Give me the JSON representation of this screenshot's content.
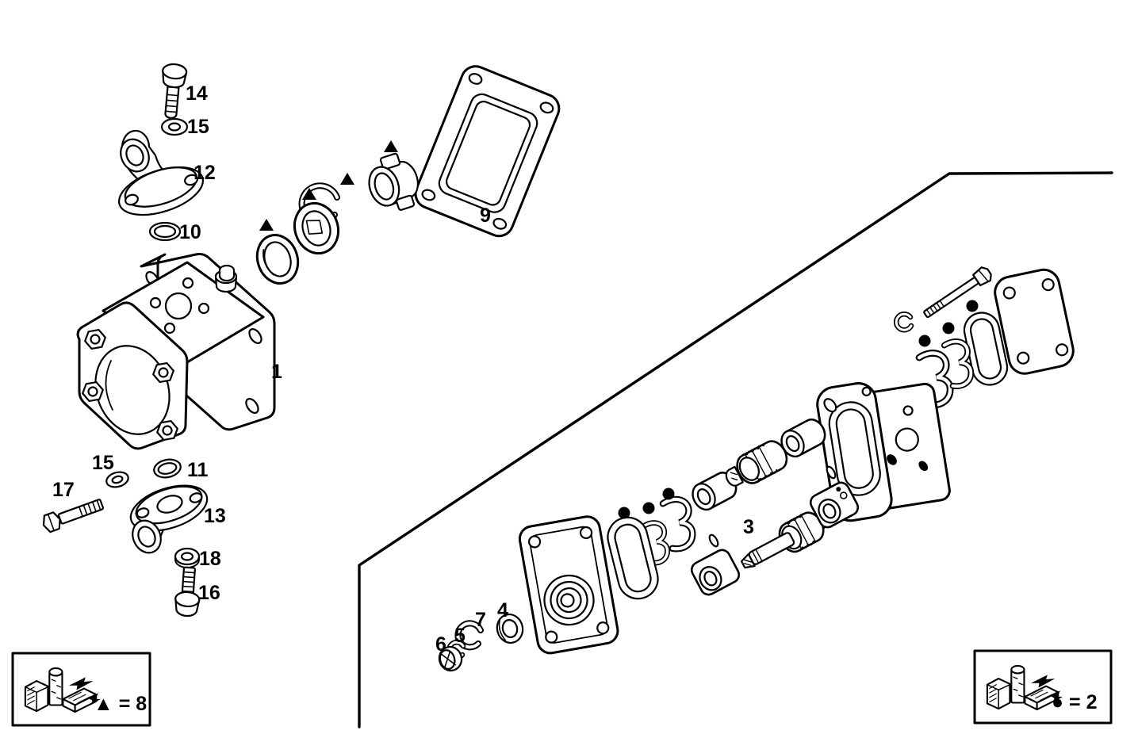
{
  "diagram": {
    "type": "exploded-parts-diagram",
    "subject": "hydraulic gear pump exploded view",
    "ink": "#000000",
    "background": "#ffffff",
    "labels": {
      "p1": "1",
      "p3": "3",
      "p4": "4",
      "p5": "5",
      "p6": "6",
      "p7": "7",
      "p9": "9",
      "p10": "10",
      "p11": "11",
      "p12": "12",
      "p13": "13",
      "p14": "14",
      "p15a": "15",
      "p15b": "15",
      "p16": "16",
      "p17": "17",
      "p18": "18"
    },
    "legend_left": {
      "symbol": "▲",
      "value": "8",
      "text": "▲ = 8"
    },
    "legend_right": {
      "symbol": "●",
      "value": "2",
      "text": "● = 2"
    },
    "markers": {
      "triangle_count": "4",
      "dot_count": "6"
    }
  }
}
